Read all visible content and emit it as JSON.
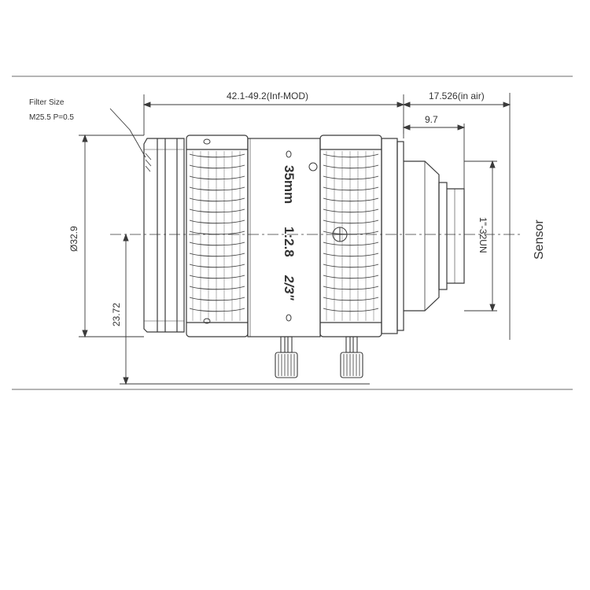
{
  "drawing": {
    "filter_size_label": "Filter Size",
    "filter_thread": "M25.5 P=0.5",
    "length_dim": "42.1-49.2(Inf-MOD)",
    "back_focus_dim": "17.526(in air)",
    "flange_dim": "9.7",
    "diameter_dim": "Ø32.9",
    "height_dim": "23.72",
    "mount_thread": "1\"-32UN",
    "sensor_label": "Sensor",
    "barrel_focal": "35mm",
    "barrel_aperture": "1:2.8",
    "barrel_format": "2/3\""
  },
  "colors": {
    "line": "#3a3a3a",
    "text": "#333333",
    "background": "#ffffff"
  }
}
